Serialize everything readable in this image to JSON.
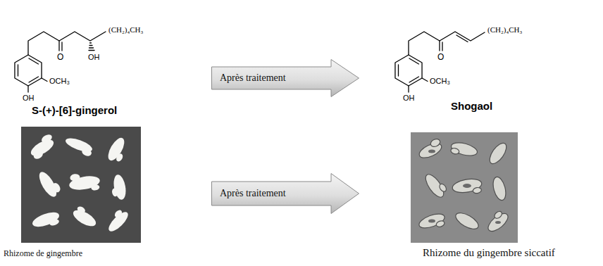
{
  "diagram": {
    "nodes": [
      {
        "text": [
          "Après traitement"
        ]
      },
      {
        "text": [
          "Rhizome de gingembre"
        ]
      },
      {
        "text": [
          "Après traitement"
        ]
      },
      {
        "text": [
          "Rhizome du gingembre siccatif"
        ]
      }
    ],
    "labels": [
      "(CH₂)₄CH₃",
      "O",
      "OH",
      "OCH₃",
      "OH",
      "S-(+)-[6]-gingerol",
      "(CH₂)₄CH₃",
      "O",
      "OCH₃",
      "OH",
      "Shogaol"
    ]
  }
}
